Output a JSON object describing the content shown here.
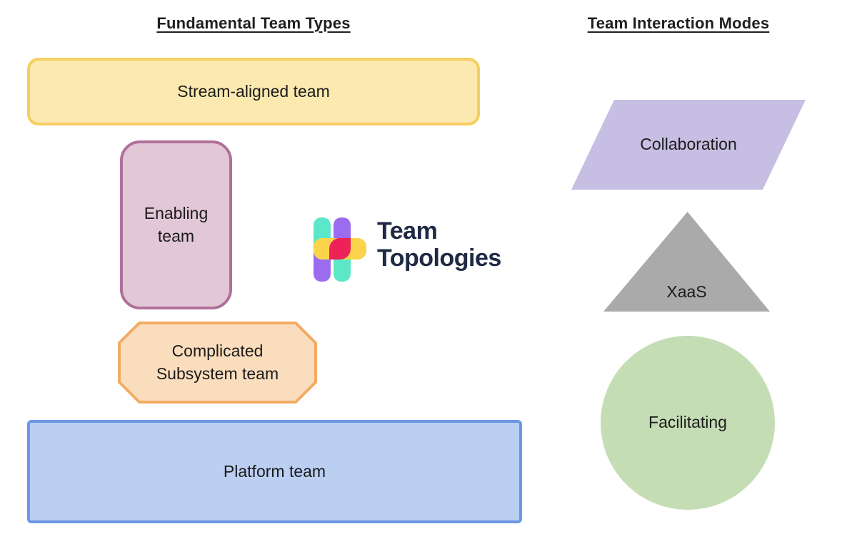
{
  "sections": {
    "team_types_title": "Fundamental Team Types",
    "interaction_modes_title": "Team Interaction Modes"
  },
  "team_types": [
    {
      "label": "Stream-aligned team",
      "shape": "rounded-rectangle",
      "fill": "#FBE9AF",
      "border": "#F6CE60"
    },
    {
      "label": "Enabling\nteam",
      "shape": "tall-rounded-rectangle",
      "fill": "#E2C7D7",
      "border": "#B0709A"
    },
    {
      "label": "Complicated\nSubsystem team",
      "shape": "octagon",
      "fill": "#FADDBD",
      "border": "#F2AB63"
    },
    {
      "label": "Platform team",
      "shape": "rectangle",
      "fill": "#BBCFF2",
      "border": "#6D97E4"
    }
  ],
  "interaction_modes": [
    {
      "label": "Collaboration",
      "shape": "parallelogram",
      "fill": "#C7BEE3"
    },
    {
      "label": "XaaS",
      "shape": "triangle",
      "fill": "#ABAAAB"
    },
    {
      "label": "Facilitating",
      "shape": "circle",
      "fill": "#C5DDB4"
    }
  ],
  "logo": {
    "line1": "Team",
    "line2": "Topologies",
    "text_color": "#1F2A44",
    "icon_colors": {
      "teal": "#5CE8C8",
      "purple": "#9B6CF0",
      "yellow": "#FCD44B",
      "pink": "#EE2158"
    }
  }
}
